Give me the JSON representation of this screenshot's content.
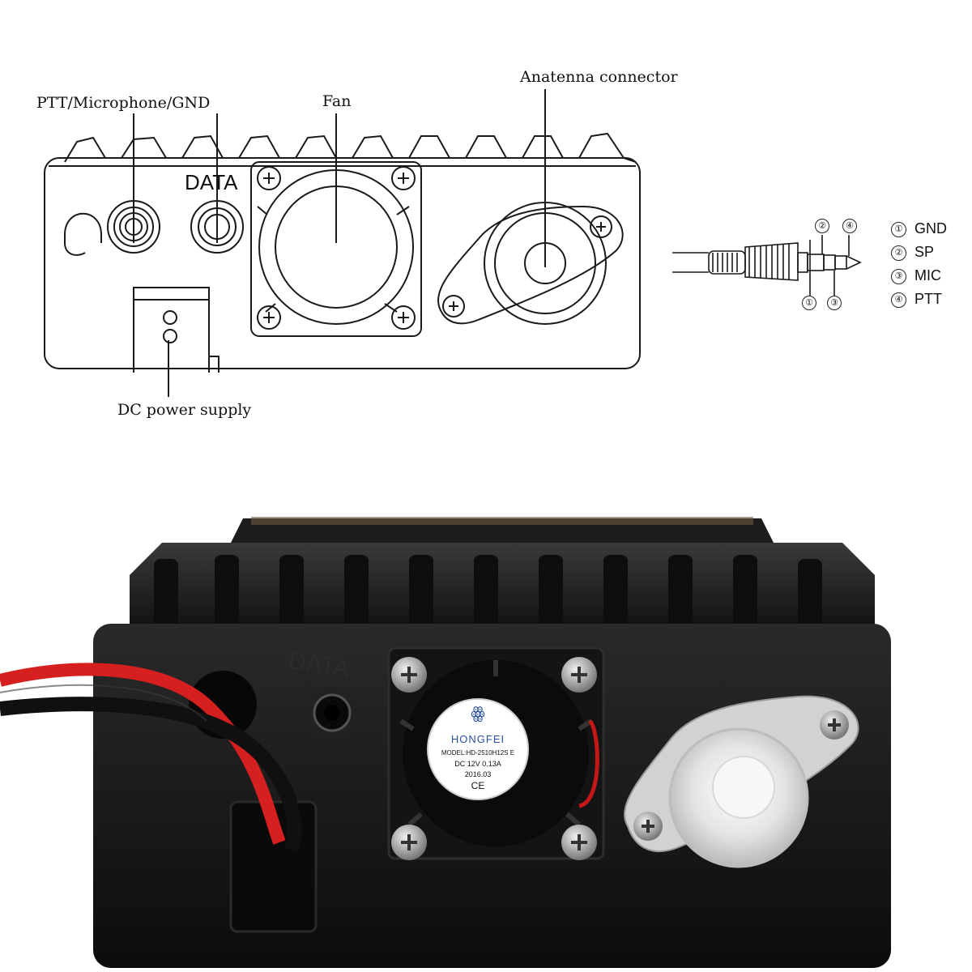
{
  "diagram": {
    "labels": {
      "ptt_mic_gnd": "PTT/Microphone/GND",
      "fan": "Fan",
      "antenna_connector": "Anatenna connector",
      "data": "DATA",
      "dc_power_supply": "DC power supply"
    }
  },
  "plug_pinout": {
    "pins": [
      {
        "number": "①",
        "label": "GND"
      },
      {
        "number": "②",
        "label": "SP"
      },
      {
        "number": "③",
        "label": "MIC"
      },
      {
        "number": "④",
        "label": "PTT"
      }
    ]
  },
  "photo": {
    "fan_sticker": {
      "brand": "HONGFEI",
      "model": "MODEL:HD-2510H12S E",
      "spec": "DC 12V  0.13A",
      "date": "2016.03",
      "mark": "CE"
    },
    "case_label": "DATA"
  },
  "colors": {
    "line": "#1a1a1a",
    "case": "#151515",
    "wire_red": "#d61f1f",
    "antenna_plate": "#cfcfcf"
  }
}
